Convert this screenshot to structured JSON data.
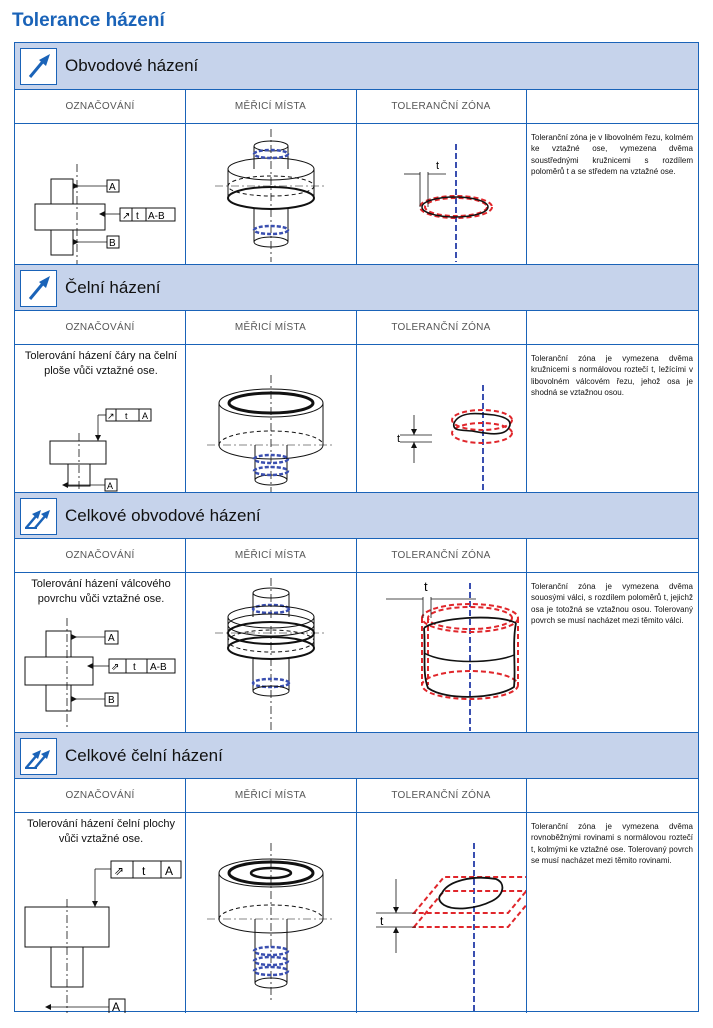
{
  "page_title": "Tolerance házení",
  "column_headers": {
    "marking": "OZNAČOVÁNÍ",
    "points": "MĚŘICÍ MÍSTA",
    "zone": "TOLERANČNÍ ZÓNA"
  },
  "colors": {
    "accent": "#1a63b8",
    "header_bg": "#c6d3eb",
    "zone_red": "#e0262b",
    "point_blue": "#3a4fb0"
  },
  "sections": [
    {
      "title": "Obvodové házení",
      "icon": "single-arrow-icon",
      "marking_text": "",
      "frame": {
        "sym": "↗",
        "tol": "t",
        "ref": "A-B"
      },
      "datums": [
        "A",
        "B"
      ],
      "zone_label": "t",
      "description": "Toleranční zóna je v libovolném řezu, kolmém ke vztažné ose, vymezena dvě­ma soustřednými kružnicemi s rozdílem poloměrů t a se středem na vztažné ose."
    },
    {
      "title": "Čelní házení",
      "icon": "single-arrow-icon",
      "marking_text": "Tolerování házení čáry na čelní ploše vůči vztažné ose.",
      "frame": {
        "sym": "↗",
        "tol": "t",
        "ref": "A"
      },
      "datums": [
        "A"
      ],
      "zone_label": "t",
      "description": "Toleranční zóna je vymezena dvěma kružnicemi s normálovou roztečí t, leží­cími v libovolném válcovém řezu, jehož osa je shodná se vztažnou osou."
    },
    {
      "title": "Celkové obvodové házení",
      "icon": "double-arrow-icon",
      "marking_text": "Tolerování házení válcového povrchu vůči vztažné ose.",
      "frame": {
        "sym": "⇗",
        "tol": "t",
        "ref": "A-B"
      },
      "datums": [
        "A",
        "B"
      ],
      "zone_label": "t",
      "description": "Toleranční zóna je vymezena dvěma souosými válci, s rozdílem poloměrů t, jejichž osa je totožná se vztažnou osou. Tolerovaný povrch se musí nacházet mezi těmito válci."
    },
    {
      "title": "Celkové čelní házení",
      "icon": "double-arrow-icon",
      "marking_text": "Tolerování házení čelní plochy vůči vztažné ose.",
      "frame": {
        "sym": "⇗",
        "tol": "t",
        "ref": "A"
      },
      "datums": [
        "A"
      ],
      "zone_label": "t",
      "description": "Toleranční zóna je vymezena dvěma rovnoběžnými rovinami s normálovou roztečí t, kolmými ke vztažné ose. To­lerovaný povrch se musí nacházet mezi těmito rovinami."
    }
  ]
}
